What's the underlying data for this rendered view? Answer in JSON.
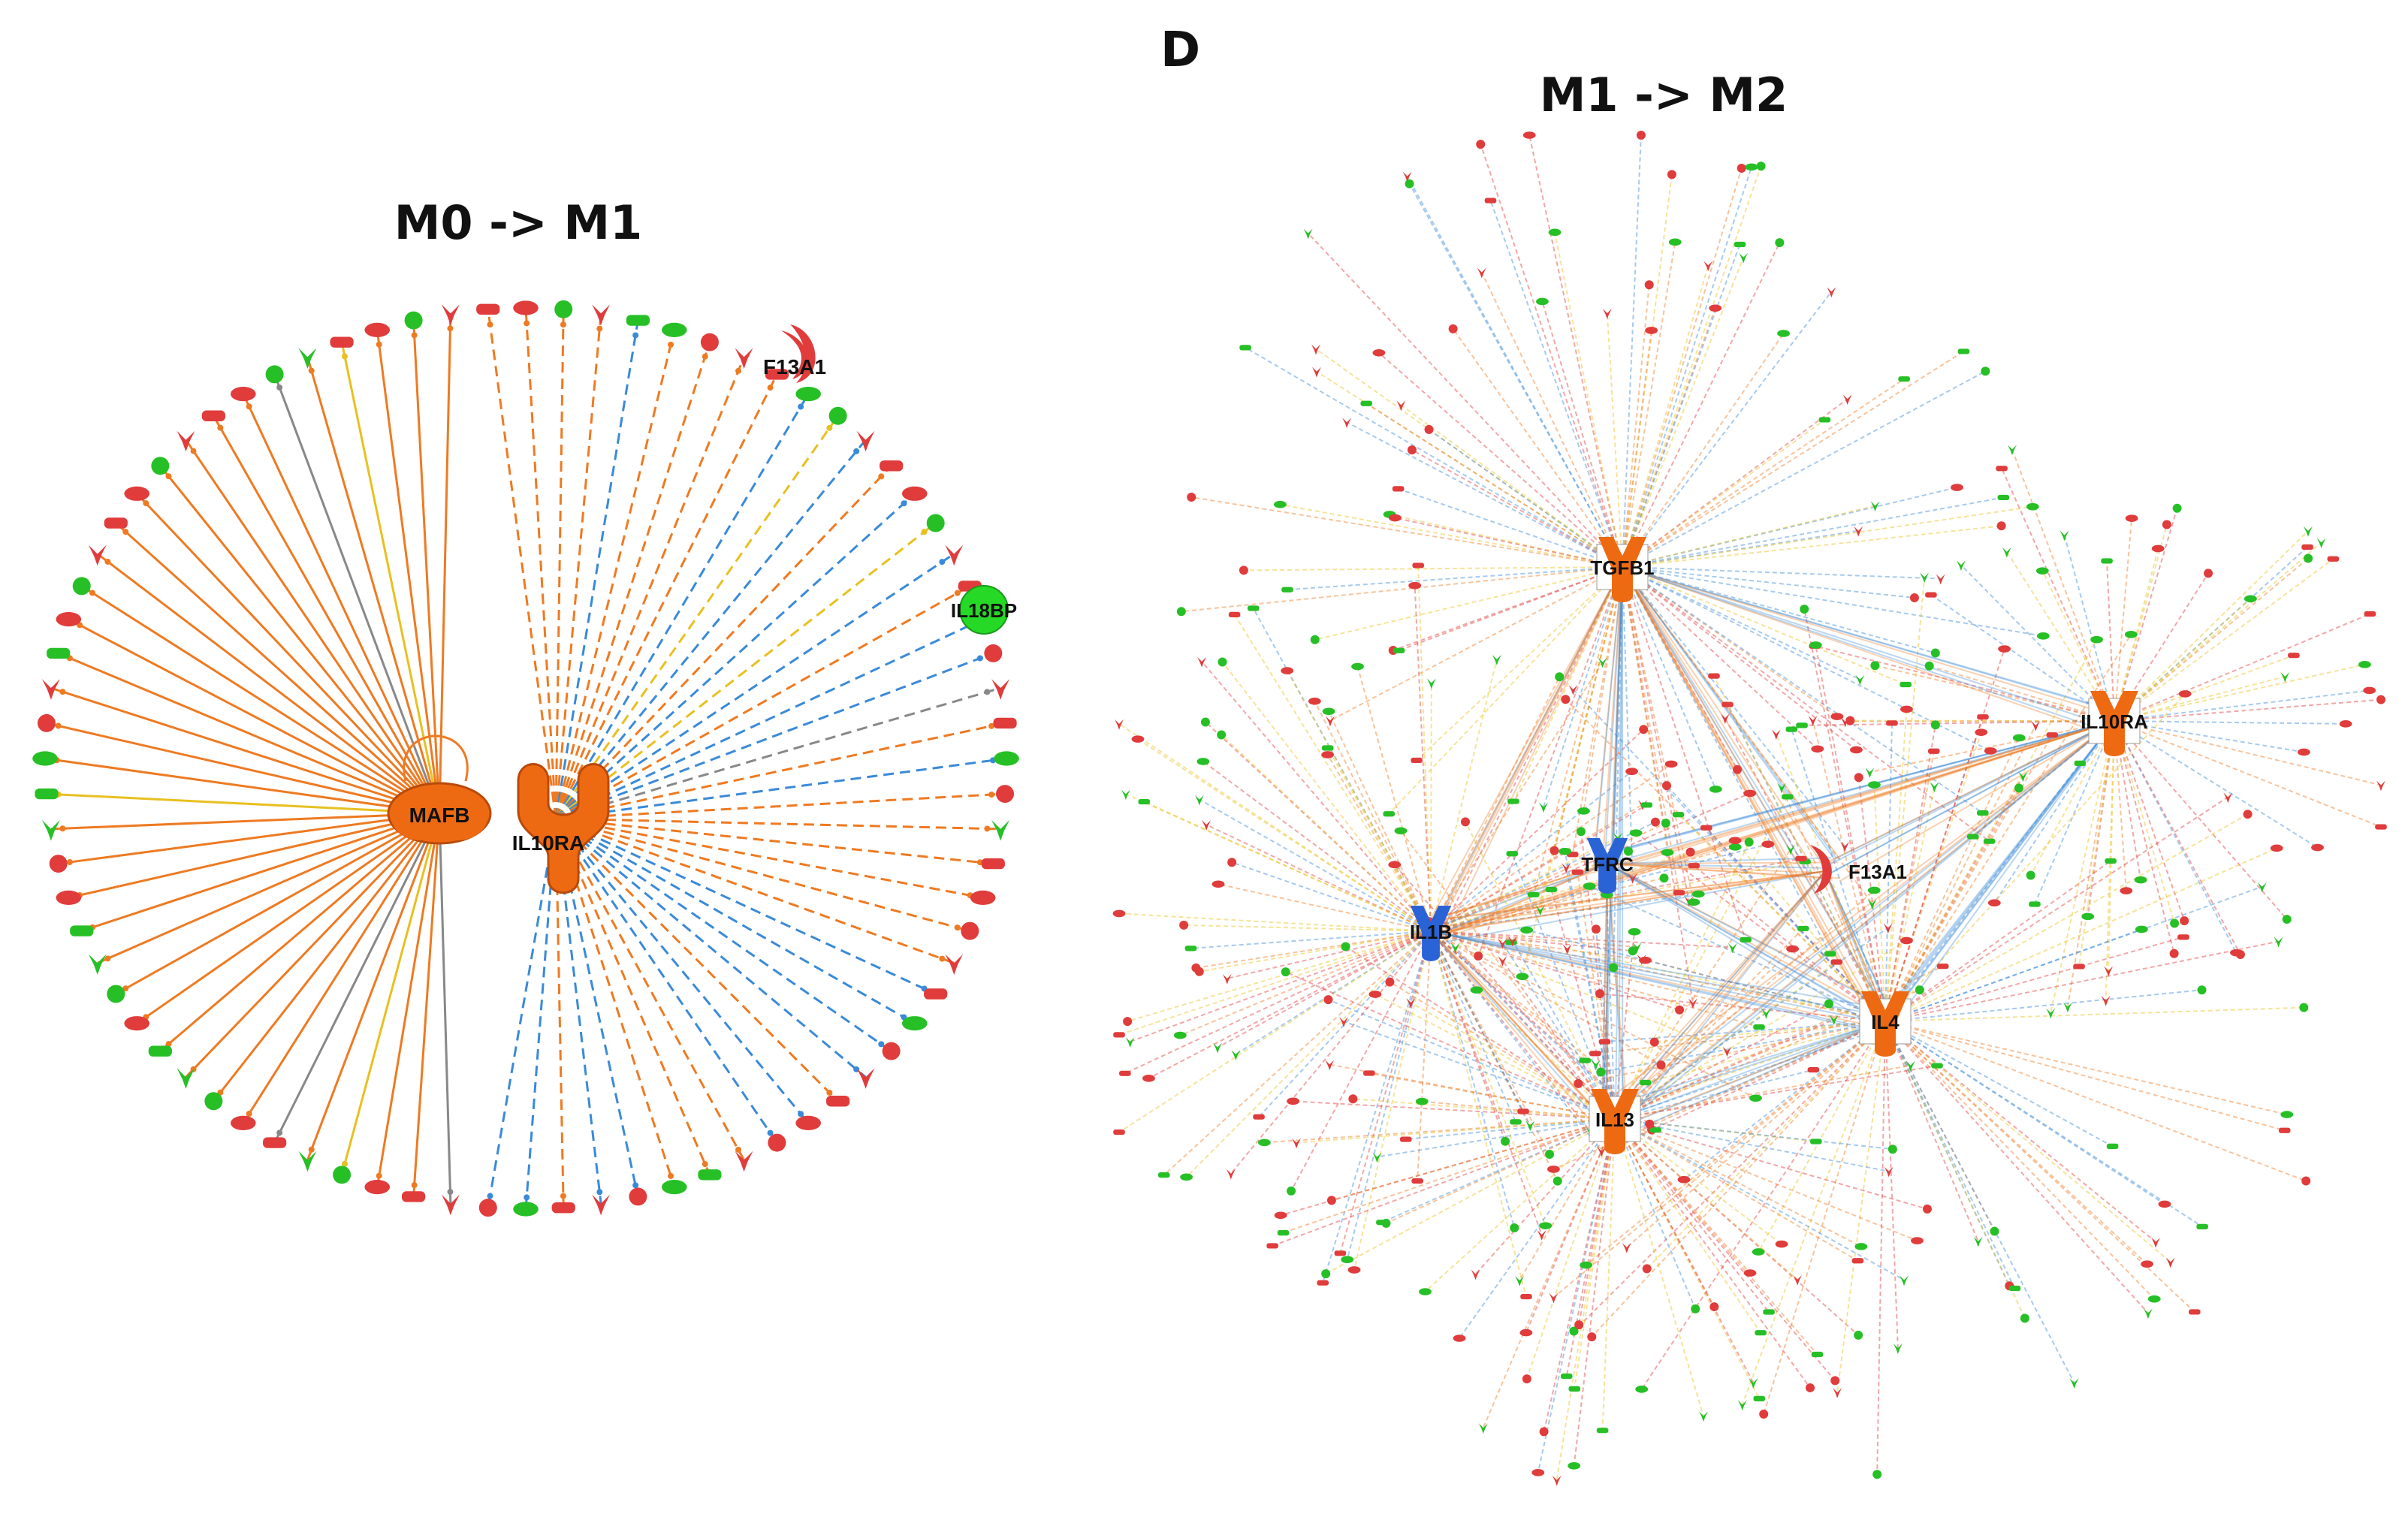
{
  "panel_letter": "D",
  "left_panel": {
    "title": "M0 -> M1",
    "hubs": [
      {
        "label": "MAFB",
        "shape": "dimer-ellipse",
        "color": "#ee6a12"
      },
      {
        "label": "IL10RA",
        "shape": "receptor",
        "color": "#ee6a12"
      }
    ],
    "highlighted_nodes": [
      {
        "label": "F13A1",
        "shape": "crescent",
        "color": "#e03c3c"
      },
      {
        "label": "IL18BP",
        "shape": "circle",
        "color": "#26d926"
      }
    ],
    "peripheral_node_count": 80
  },
  "right_panel": {
    "title": "M1 -> M2",
    "hubs": [
      {
        "label": "TGFB1",
        "shape": "receptor",
        "color": "#ee6a12"
      },
      {
        "label": "IL10RA",
        "shape": "receptor",
        "color": "#ee6a12"
      },
      {
        "label": "TFRC",
        "shape": "receptor",
        "color": "#2a63d6"
      },
      {
        "label": "F13A1",
        "shape": "crescent",
        "color": "#e03c3c"
      },
      {
        "label": "IL1B",
        "shape": "receptor",
        "color": "#2a63d6"
      },
      {
        "label": "IL4",
        "shape": "receptor",
        "color": "#ee6a12"
      },
      {
        "label": "IL13",
        "shape": "receptor",
        "color": "#ee6a12"
      }
    ]
  },
  "colors": {
    "upregulated": "#e03c3c",
    "downregulated": "#26c026",
    "activation_edge": "#ee7a22",
    "inhibition_edge": "#3a8ad8",
    "inconsistent_edge": "#e8c020",
    "unpredicted_edge": "#888888",
    "hub_orange": "#ee6a12",
    "hub_blue": "#2a63d6"
  }
}
